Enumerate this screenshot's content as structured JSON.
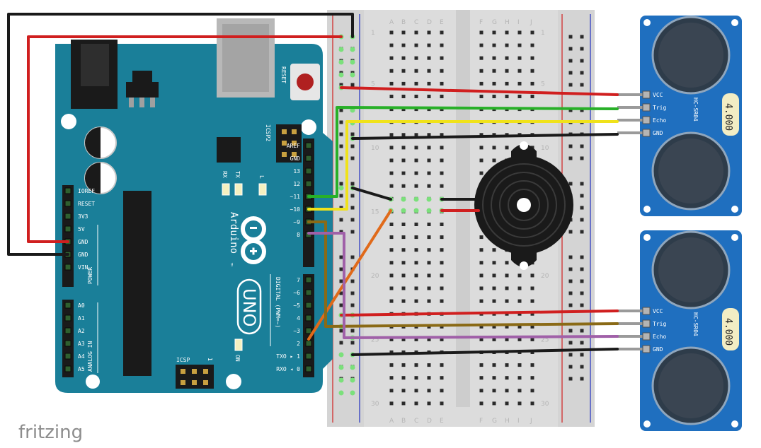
{
  "watermark": "fritzing",
  "arduino": {
    "reset_label": "RESET",
    "icsp2_label": "ICSP2",
    "icsp_label": "ICSP",
    "icsp_one": "1",
    "rx_label": "RX",
    "tx_label": "TX",
    "l_label": "L",
    "on_label": "ON",
    "arduino_text": "Arduino",
    "tm": "™",
    "uno_text": "UNO",
    "power_section_label": "POWER",
    "analog_section_label": "ANALOG IN",
    "digital_section_label": "DIGITAL (PWM=~)",
    "power_pins": [
      "IOREF",
      "RESET",
      "3V3",
      "5V",
      "GND",
      "GND",
      "VIN"
    ],
    "analog_pins": [
      "A0",
      "A1",
      "A2",
      "A3",
      "A4",
      "A5"
    ],
    "top_header_pins": [
      "AREF",
      "GND",
      "13",
      "12",
      "~11",
      "~10",
      "~9",
      "8"
    ],
    "bottom_header_pins": [
      "7",
      "~6",
      "~5",
      "4",
      "~3",
      "2",
      "TXO ▸ 1",
      "RXO ◂ 0"
    ]
  },
  "breadboard": {
    "column_letters_left": [
      "A",
      "B",
      "C",
      "D",
      "E"
    ],
    "column_letters_right": [
      "F",
      "G",
      "H",
      "I",
      "J"
    ],
    "row_numbers": [
      "1",
      "5",
      "10",
      "15",
      "20",
      "25",
      "30"
    ]
  },
  "sensors": [
    {
      "model": "HC-SR04",
      "badge": "4.000",
      "pins": [
        "VCC",
        "Trig",
        "Echo",
        "GND"
      ]
    },
    {
      "model": "HC-SR04",
      "badge": "4.000",
      "pins": [
        "VCC",
        "Trig",
        "Echo",
        "GND"
      ]
    }
  ],
  "colors": {
    "arduino_blue": "#1a7f99",
    "sensor_blue": "#1f6fbf",
    "wire_red": "#d01f1f",
    "wire_black": "#1a1a1a",
    "wire_green": "#28b028",
    "wire_yellow": "#f0e21a",
    "wire_orange": "#e06a1a",
    "wire_brown": "#8a6a16",
    "wire_purple": "#a060a8"
  }
}
